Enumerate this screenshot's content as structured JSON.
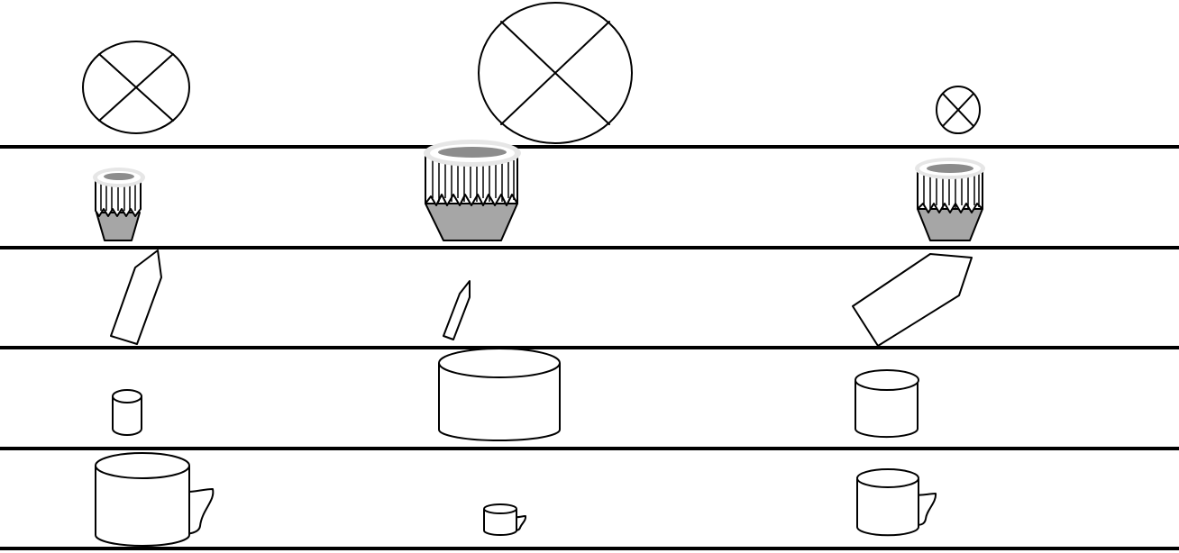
{
  "scene": {
    "shelves": [
      {
        "name": "shelf-1"
      },
      {
        "name": "shelf-2"
      },
      {
        "name": "shelf-3"
      },
      {
        "name": "shelf-4"
      },
      {
        "name": "shelf-5"
      }
    ],
    "rows": [
      {
        "shape": "crossed-circle",
        "items": [
          "medium",
          "large",
          "small"
        ]
      },
      {
        "shape": "cupcake",
        "items": [
          "small",
          "large",
          "medium"
        ]
      },
      {
        "shape": "pencil-tip",
        "items": [
          "medium",
          "small",
          "large"
        ]
      },
      {
        "shape": "cylinder",
        "items": [
          "small",
          "large",
          "medium"
        ]
      },
      {
        "shape": "mug",
        "items": [
          "large",
          "small",
          "medium"
        ]
      }
    ],
    "colors": {
      "stroke": "#000000",
      "cupcake_wrapper": "#a6a6a6",
      "cupcake_top": "#8c8c8c",
      "cupcake_rim": "#e6e6e6",
      "background": "#ffffff"
    }
  }
}
